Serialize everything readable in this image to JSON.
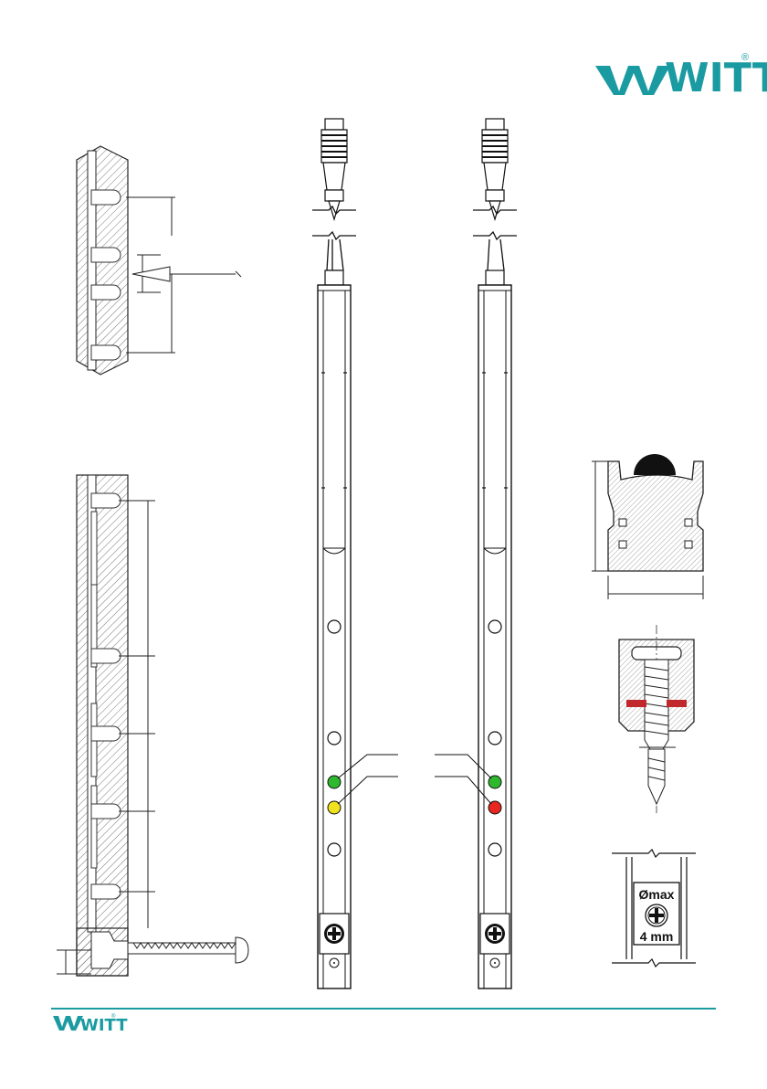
{
  "brand": {
    "name": "WITT",
    "registered_mark": "®",
    "teal_color": "#1a9ba1"
  },
  "detail_label": {
    "line1": "Ømax",
    "line2": "4 mm"
  },
  "led_colors": {
    "sensor_left": [
      "#2db82d",
      "#f0e21e"
    ],
    "sensor_right": [
      "#2db82d",
      "#e8271e"
    ]
  },
  "seal_color": "#c0282b"
}
